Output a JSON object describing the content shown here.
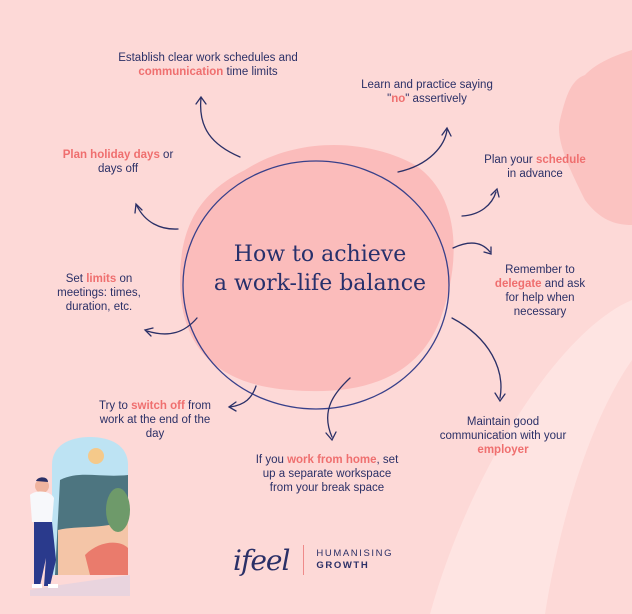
{
  "title": {
    "line1": "How to achieve",
    "line2": "a work-life balance"
  },
  "colors": {
    "background": "#fdd9d7",
    "blob": "#fbbcbb",
    "text": "#2b3067",
    "highlight": "#ef6f6f",
    "light_shape": "#fee6e4"
  },
  "tips": [
    {
      "id": "schedules",
      "before": "Establish clear work schedules and ",
      "highlight": "communication",
      "after": " time limits"
    },
    {
      "id": "say-no",
      "before": "Learn and practice saying \"",
      "highlight": "no",
      "after": "\" assertively"
    },
    {
      "id": "plan-schedule",
      "before": "Plan your ",
      "highlight": "schedule",
      "after": " in advance"
    },
    {
      "id": "delegate",
      "before": "Remember to ",
      "highlight": "delegate",
      "after": " and ask for help when necessary"
    },
    {
      "id": "employer",
      "before": "Maintain good communication with your ",
      "highlight": "employer",
      "after": ""
    },
    {
      "id": "work-from-home",
      "before": "If you ",
      "highlight": "work from home",
      "after": ", set up a separate workspace from your break space"
    },
    {
      "id": "switch-off",
      "before": "Try to ",
      "highlight": "switch off",
      "after": " from work at the end of the day"
    },
    {
      "id": "limits",
      "before": "Set ",
      "highlight": "limits",
      "after": " on meetings: times, duration, etc."
    },
    {
      "id": "holiday",
      "before": "",
      "highlight": "Plan holiday days",
      "after": " or days off"
    }
  ],
  "logo": {
    "script": "ifeel",
    "tag_line1": "HUMANISING",
    "tag_line2": "GROWTH"
  }
}
